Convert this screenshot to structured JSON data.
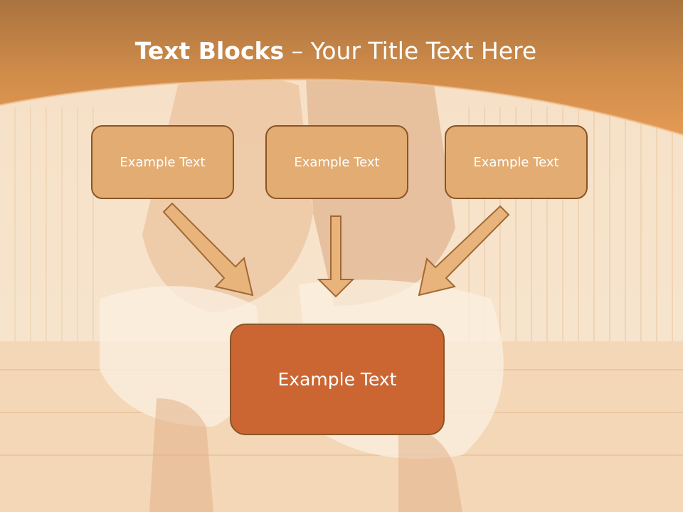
{
  "title": {
    "bold": "Text Blocks",
    "dash": "–",
    "rest": "Your Title Text Here"
  },
  "boxes": [
    {
      "label": "Example Text"
    },
    {
      "label": "Example Text"
    },
    {
      "label": "Example Text"
    }
  ],
  "target_box": {
    "label": "Example Text"
  },
  "colors": {
    "header": "#d38a47",
    "box_fill": "#e2ac72",
    "box_border": "#8a5526",
    "target_fill": "#cb6633",
    "arrow_fill": "#e9b37c",
    "arrow_stroke": "#a06935"
  }
}
